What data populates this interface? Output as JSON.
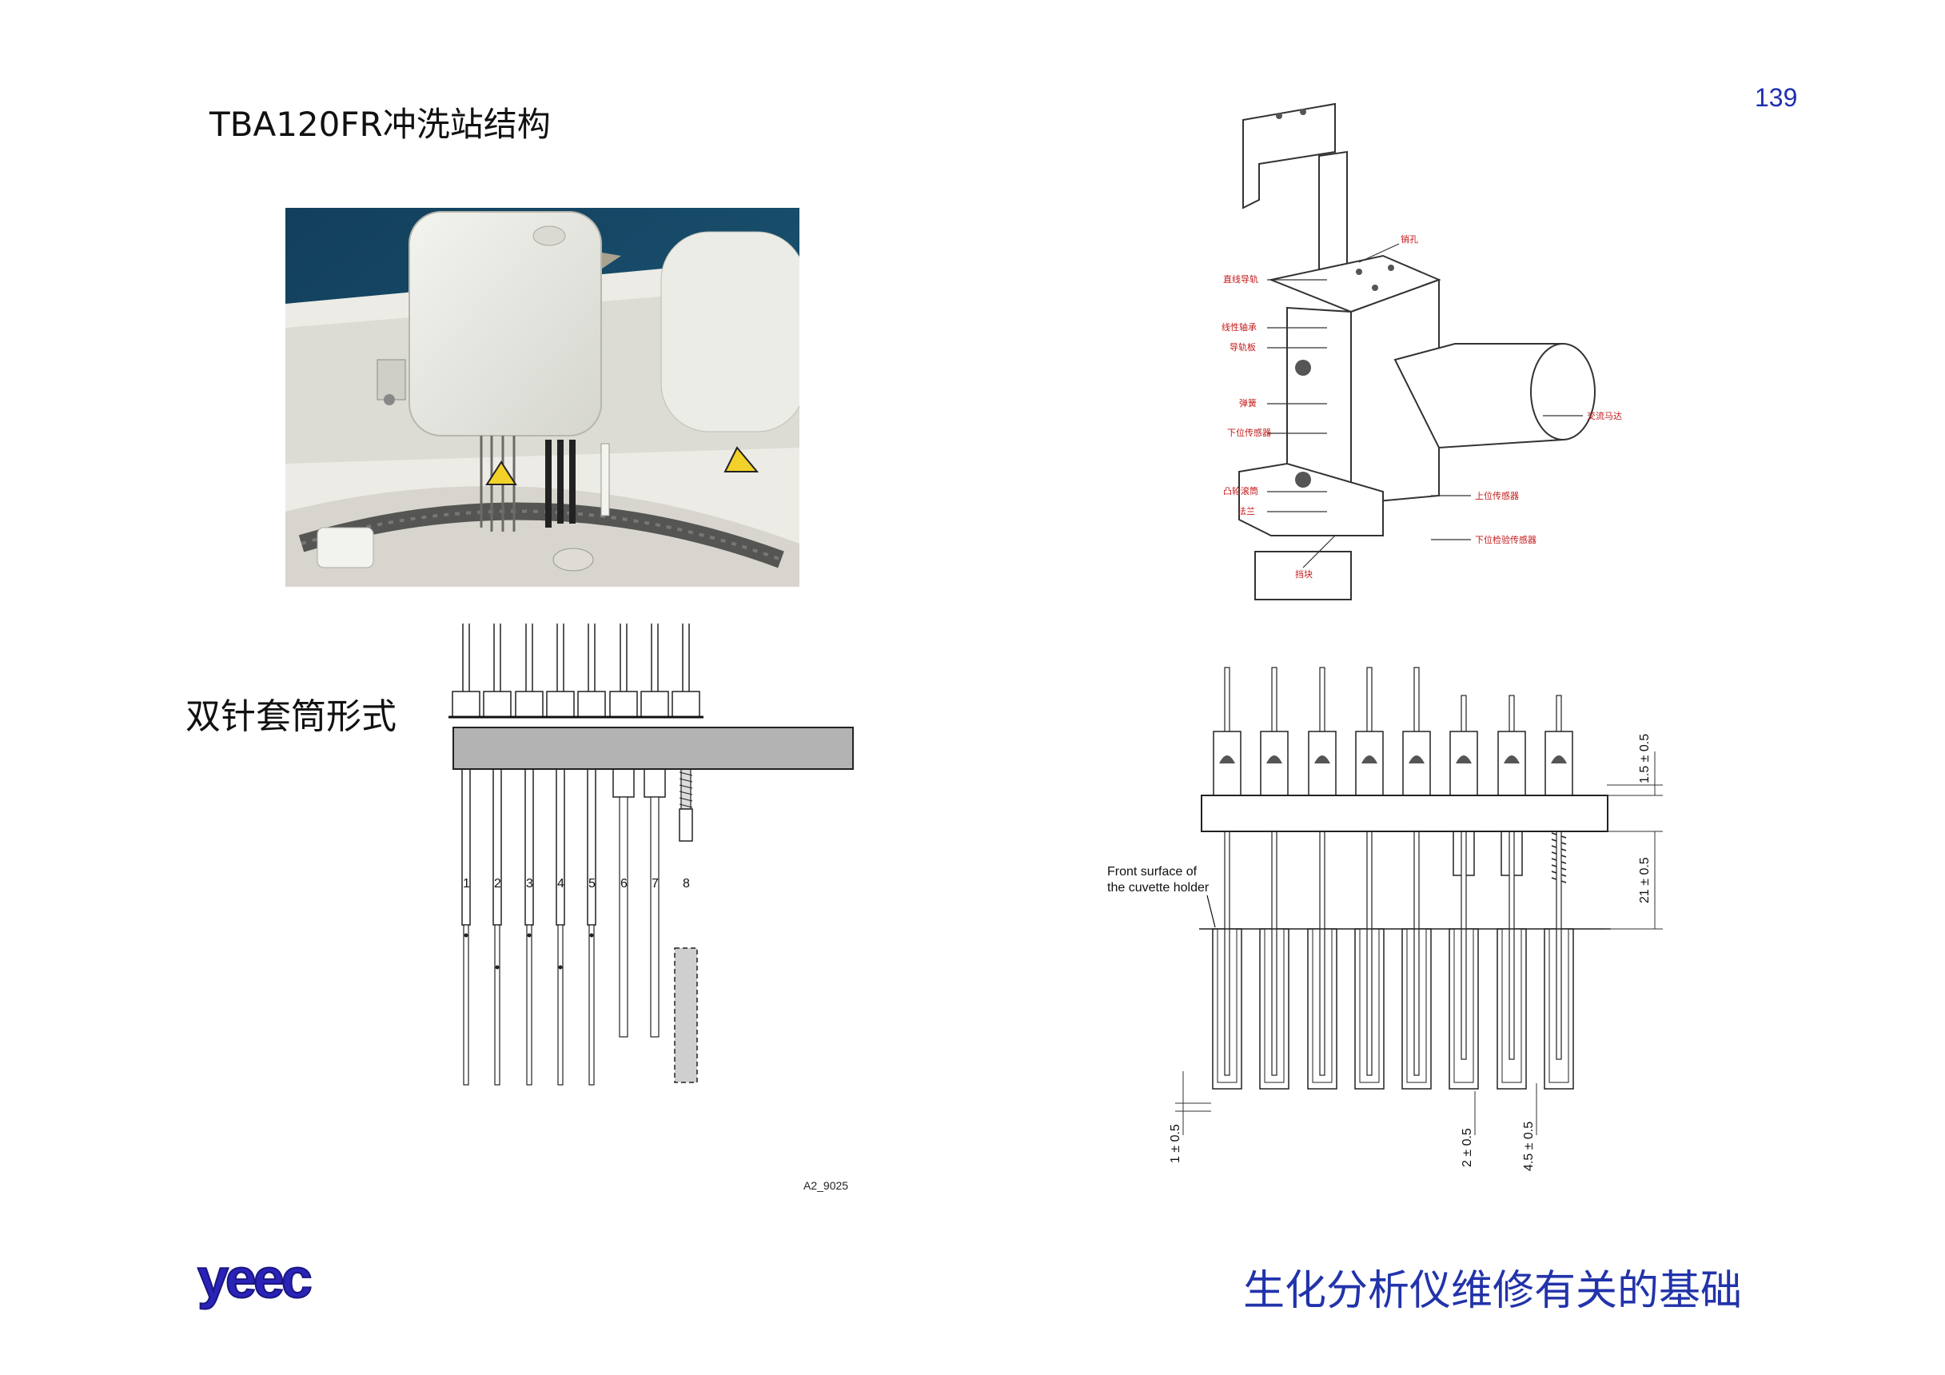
{
  "page": {
    "title": "TBA120FR冲洗站结构",
    "number": "139",
    "section_label": "双针套筒形式",
    "footer_caption": "生化分析仪维修有关的基础",
    "logo_text": "yeec",
    "brand_color": "#2a23b8"
  },
  "photo": {
    "warning_icon": "caution-triangle-icon"
  },
  "left_diagram": {
    "needle_numbers": [
      "1",
      "2",
      "3",
      "4",
      "5",
      "6",
      "7",
      "8"
    ],
    "figure_code": "A2_9025"
  },
  "exploded_view": {
    "labels": [
      "销孔",
      "直线导轨",
      "线性轴承",
      "导轨板",
      "弹簧",
      "下位传感器",
      "凸轮滚筒",
      "法兰",
      "挡块",
      "交流马达",
      "上位传感器",
      "下位检验传感器"
    ]
  },
  "right_diagram": {
    "front_surface_label_line1": "Front surface of",
    "front_surface_label_line2": "the cuvette holder",
    "dim_top": "1.5 ± 0.5",
    "dim_mid": "21 ± 0.5",
    "dim_bottom_left": "1 ± 0.5",
    "dim_bottom_6": "2 ± 0.5",
    "dim_bottom_8": "4.5 ± 0.5"
  }
}
